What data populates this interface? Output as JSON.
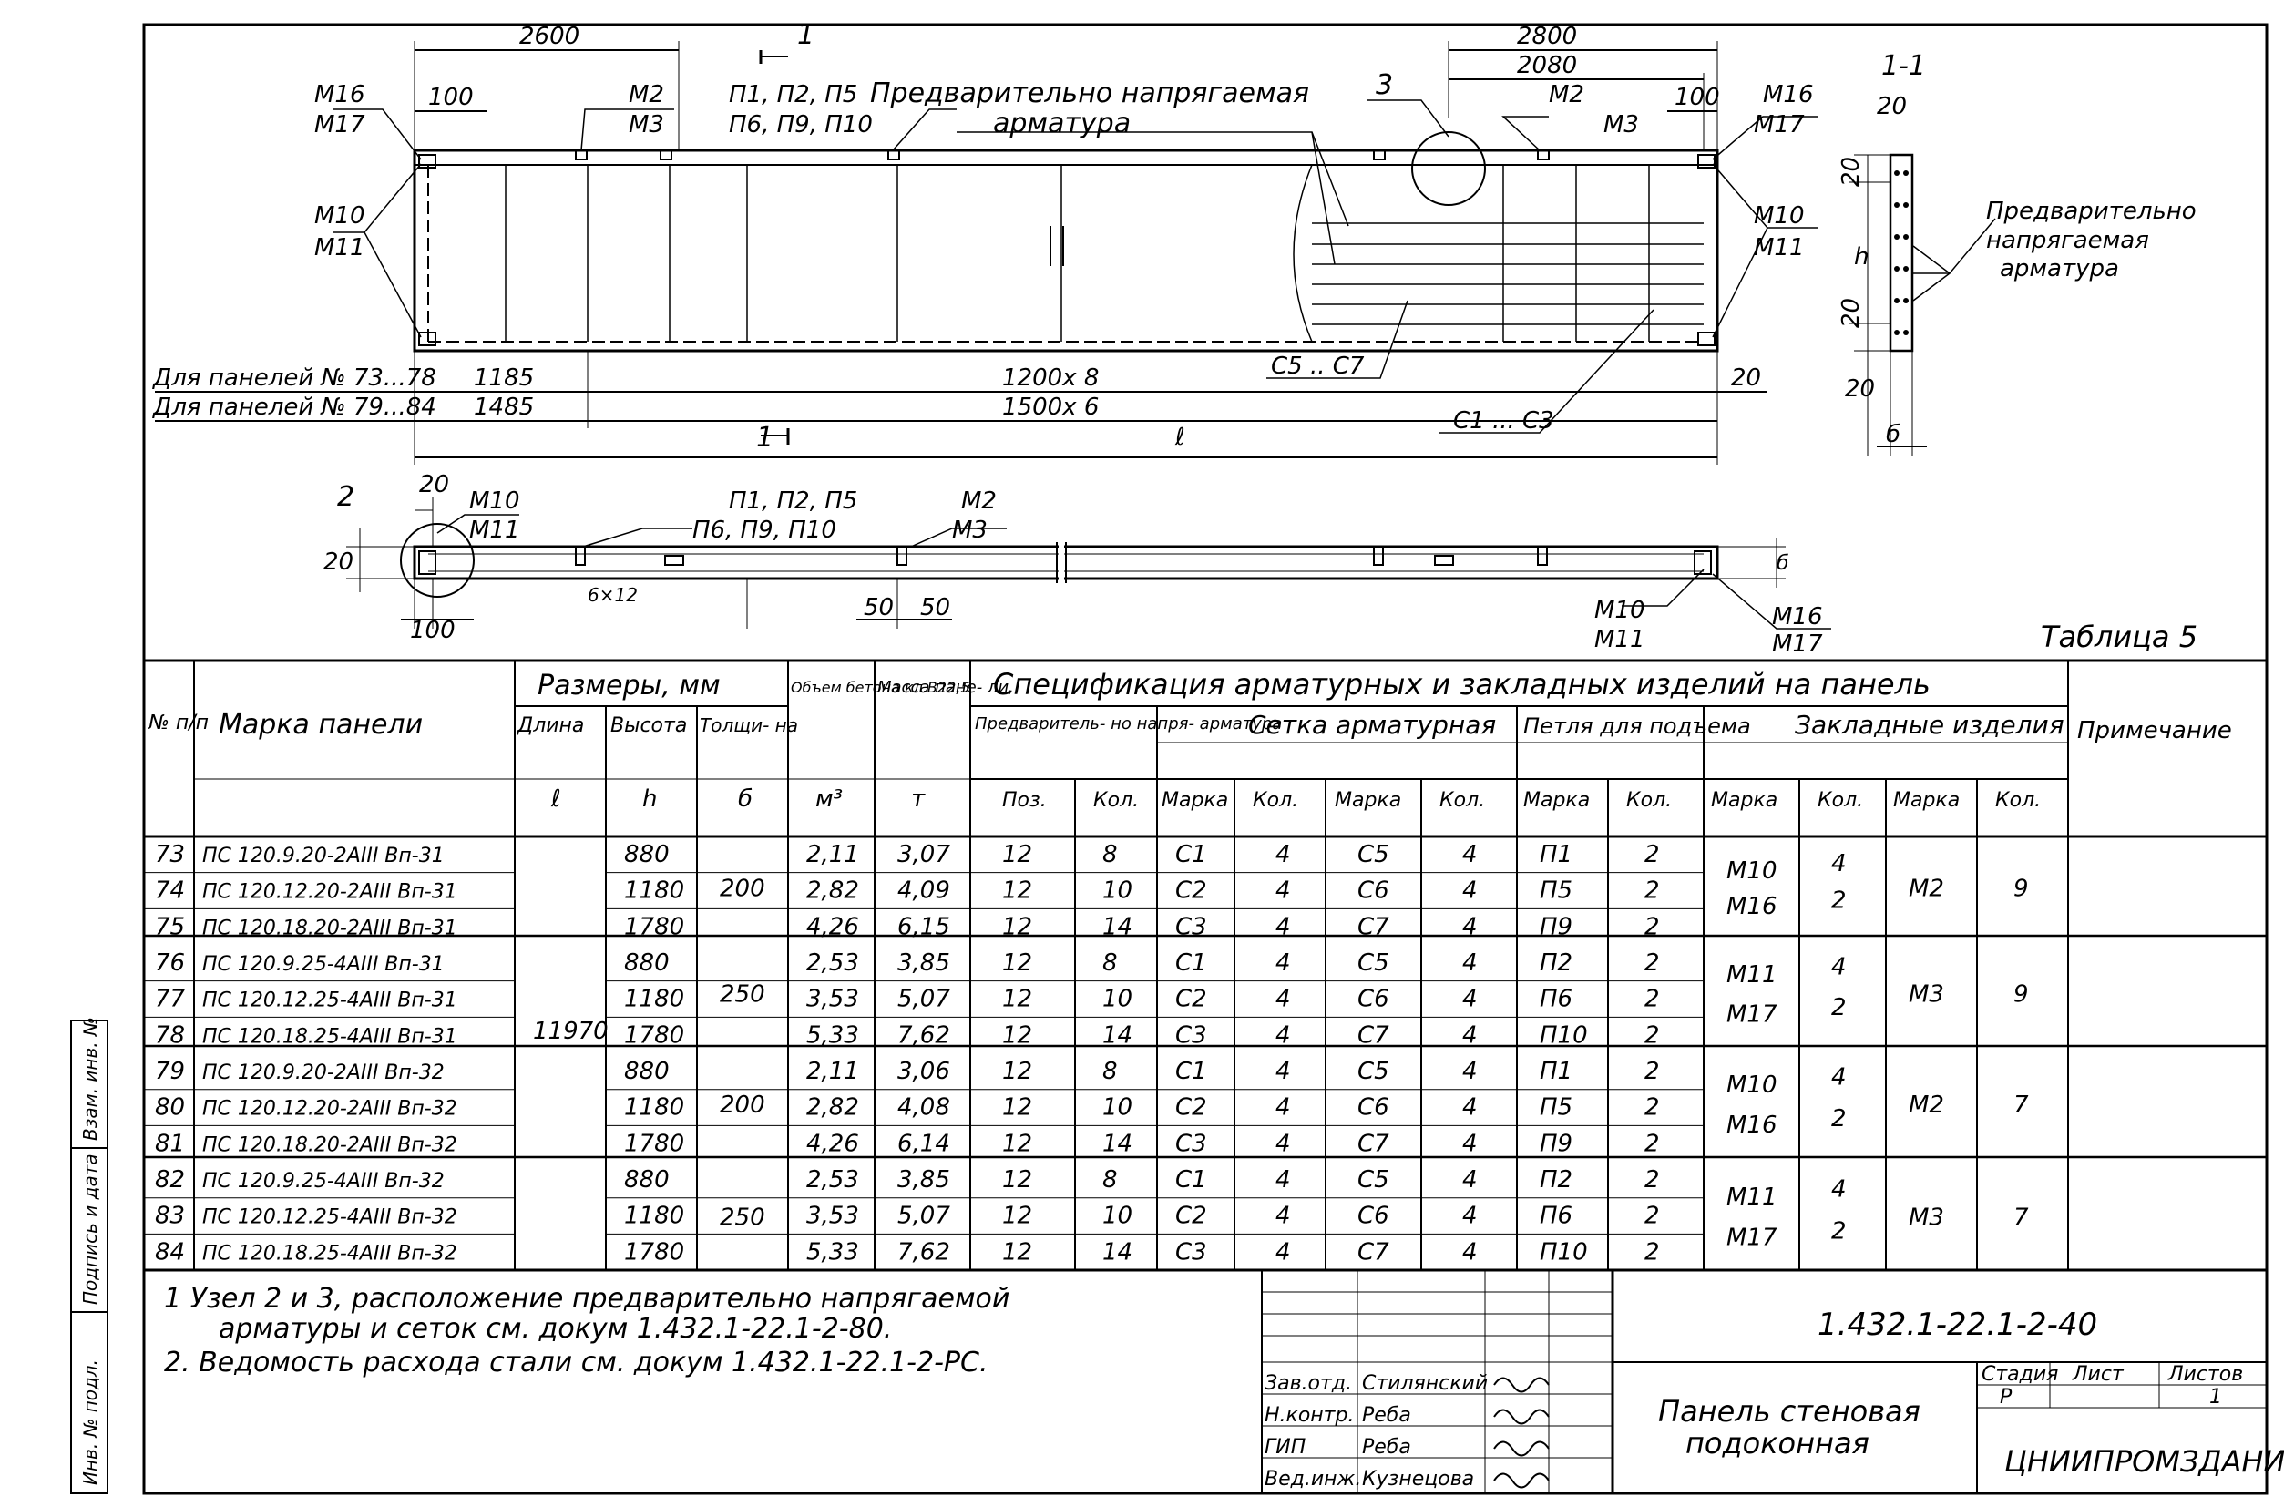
{
  "drawing": {
    "dims": {
      "d2600": "2600",
      "d2800": "2800",
      "d2080": "2080",
      "d100a": "100",
      "d100b": "100",
      "d20a": "20",
      "d20b": "20",
      "d20c": "20",
      "d20d": "20",
      "d20e": "20",
      "d20f": "20",
      "d1185": "1185",
      "d1485": "1485",
      "d1200x8": "1200х 8",
      "d1500x6": "1500х 6",
      "l": "ℓ",
      "h": "h",
      "b": "б",
      "d50a": "50",
      "d50b": "50",
      "d100c": "100",
      "d20g": "20",
      "d6x": "6×12"
    },
    "labels": {
      "m16a": "М16",
      "m17a": "М17",
      "m2a": "М2",
      "m3a": "М3",
      "m10a": "М10",
      "m11a": "М11",
      "p1a": "П1, П2, П5",
      "p6a": "П6, П9, П10",
      "prestress": "Предварительно напрягаемая",
      "armatura": "арматура",
      "m2b": "М2",
      "m3b": "М3",
      "m16b": "М16",
      "m17b": "М17",
      "m10b": "М10",
      "m11b": "М11",
      "c5c7": "С5 .. С7",
      "c1c3": "С1 ... С3",
      "for7378": "Для панелей № 73...78",
      "for7984": "Для панелей № 79...84",
      "mark1": "1",
      "mark3": "3",
      "sect11": "1-1",
      "sec_pre1": "Предварительно",
      "sec_pre2": "напрягаемая",
      "sec_pre3": "арматура",
      "node2": "2",
      "m10c": "М10",
      "m11c": "М11",
      "p1b": "П1, П2, П5",
      "p6b": "П6, П9, П10",
      "m2c": "М2",
      "m3c": "М3",
      "m10d": "М10",
      "m11d": "М11",
      "m16c": "М16",
      "m17c": "М17",
      "mark1b": "1"
    }
  },
  "table": {
    "caption": "Таблица 5",
    "h_no": "№ п/п",
    "h_mark": "Марка панели",
    "h_sizes": "Размеры, мм",
    "h_len": "Длина",
    "h_len_sym": "ℓ",
    "h_height": "Высота",
    "h_height_sym": "h",
    "h_thick": "Толщи- на",
    "h_thick_sym": "б",
    "h_vol": "Объем бетона кл.В22,5",
    "h_vol_unit": "м³",
    "h_mass": "Масса пане- ли,",
    "h_mass_unit": "т",
    "h_spec": "Спецификация арматурных и закладных изделий на панель",
    "h_pre": "Предваритель- но напря- арматура",
    "h_pos": "Поз.",
    "h_kol": "Кол.",
    "h_mesh": "Сетка арматурная",
    "h_marka": "Марка",
    "h_loop": "Петля для подъема",
    "h_embed": "Закладные изделия",
    "h_note": "Примечание",
    "length_all": "11970",
    "rows": [
      {
        "n": "73",
        "mark": "ПС 120.9.20-2АIII Вп-31",
        "h": "880",
        "vol": "2,11",
        "mass": "3,07",
        "pos": "12",
        "kol": "8",
        "m1": "С1",
        "k1": "4",
        "m2": "С5",
        "k2": "4",
        "lp": "П1",
        "lk": "2"
      },
      {
        "n": "74",
        "mark": "ПС 120.12.20-2АIII Вп-31",
        "h": "1180",
        "vol": "2,82",
        "mass": "4,09",
        "pos": "12",
        "kol": "10",
        "m1": "С2",
        "k1": "4",
        "m2": "С6",
        "k2": "4",
        "lp": "П5",
        "lk": "2"
      },
      {
        "n": "75",
        "mark": "ПС 120.18.20-2АIII Вп-31",
        "h": "1780",
        "vol": "4,26",
        "mass": "6,15",
        "pos": "12",
        "kol": "14",
        "m1": "С3",
        "k1": "4",
        "m2": "С7",
        "k2": "4",
        "lp": "П9",
        "lk": "2"
      },
      {
        "n": "76",
        "mark": "ПС 120.9.25-4АIII Вп-31",
        "h": "880",
        "vol": "2,53",
        "mass": "3,85",
        "pos": "12",
        "kol": "8",
        "m1": "С1",
        "k1": "4",
        "m2": "С5",
        "k2": "4",
        "lp": "П2",
        "lk": "2"
      },
      {
        "n": "77",
        "mark": "ПС 120.12.25-4АIII Вп-31",
        "h": "1180",
        "vol": "3,53",
        "mass": "5,07",
        "pos": "12",
        "kol": "10",
        "m1": "С2",
        "k1": "4",
        "m2": "С6",
        "k2": "4",
        "lp": "П6",
        "lk": "2"
      },
      {
        "n": "78",
        "mark": "ПС 120.18.25-4АIII Вп-31",
        "h": "1780",
        "vol": "5,33",
        "mass": "7,62",
        "pos": "12",
        "kol": "14",
        "m1": "С3",
        "k1": "4",
        "m2": "С7",
        "k2": "4",
        "lp": "П10",
        "lk": "2"
      },
      {
        "n": "79",
        "mark": "ПС 120.9.20-2АIII Вп-32",
        "h": "880",
        "vol": "2,11",
        "mass": "3,06",
        "pos": "12",
        "kol": "8",
        "m1": "С1",
        "k1": "4",
        "m2": "С5",
        "k2": "4",
        "lp": "П1",
        "lk": "2"
      },
      {
        "n": "80",
        "mark": "ПС 120.12.20-2АIII Вп-32",
        "h": "1180",
        "vol": "2,82",
        "mass": "4,08",
        "pos": "12",
        "kol": "10",
        "m1": "С2",
        "k1": "4",
        "m2": "С6",
        "k2": "4",
        "lp": "П5",
        "lk": "2"
      },
      {
        "n": "81",
        "mark": "ПС 120.18.20-2АIII Вп-32",
        "h": "1780",
        "vol": "4,26",
        "mass": "6,14",
        "pos": "12",
        "kol": "14",
        "m1": "С3",
        "k1": "4",
        "m2": "С7",
        "k2": "4",
        "lp": "П9",
        "lk": "2"
      },
      {
        "n": "82",
        "mark": "ПС 120.9.25-4АIII Вп-32",
        "h": "880",
        "vol": "2,53",
        "mass": "3,85",
        "pos": "12",
        "kol": "8",
        "m1": "С1",
        "k1": "4",
        "m2": "С5",
        "k2": "4",
        "lp": "П2",
        "lk": "2"
      },
      {
        "n": "83",
        "mark": "ПС 120.12.25-4АIII Вп-32",
        "h": "1180",
        "vol": "3,53",
        "mass": "5,07",
        "pos": "12",
        "kol": "10",
        "m1": "С2",
        "k1": "4",
        "m2": "С6",
        "k2": "4",
        "lp": "П6",
        "lk": "2"
      },
      {
        "n": "84",
        "mark": "ПС 120.18.25-4АIII Вп-32",
        "h": "1780",
        "vol": "5,33",
        "mass": "7,62",
        "pos": "12",
        "kol": "14",
        "m1": "С3",
        "k1": "4",
        "m2": "С7",
        "k2": "4",
        "lp": "П10",
        "lk": "2"
      }
    ],
    "thick_groups": [
      "200",
      "250",
      "200",
      "250"
    ],
    "embed_groups": [
      {
        "ma": "М10",
        "ka": "4",
        "mb": "М16",
        "kb": "2",
        "m": "М2",
        "k": "9"
      },
      {
        "ma": "М11",
        "ka": "4",
        "mb": "М17",
        "kb": "2",
        "m": "М3",
        "k": "9"
      },
      {
        "ma": "М10",
        "ka": "4",
        "mb": "М16",
        "kb": "2",
        "m": "М2",
        "k": "7"
      },
      {
        "ma": "М11",
        "ka": "4",
        "mb": "М17",
        "kb": "2",
        "m": "М3",
        "k": "7"
      }
    ]
  },
  "notes": {
    "n1a": "1   Узел 2 и 3, расположение предварительно напрягаемой",
    "n1b": "арматуры и сеток  см.  докум  1.432.1-22.1-2-80.",
    "n2": "2.  Ведомость  расхода  стали  см.  докум  1.432.1-22.1-2-РС."
  },
  "title_block": {
    "code": "1.432.1-22.1-2-40",
    "title1": "Панель стеновая",
    "title2": "подоконная",
    "stage_h": "Стадия",
    "sheet_h": "Лист",
    "sheets_h": "Листов",
    "stage": "Р",
    "sheets": "1",
    "org": "ЦНИИПРОМЗДАНИЙ",
    "roles": [
      "Зав.отд.",
      "Н.контр.",
      "ГИП",
      "Вед.инж."
    ],
    "names": [
      "Стилянский",
      "Реба",
      "Реба",
      "Кузнецова"
    ]
  },
  "side_stamp": {
    "a": "Инв. № подл.",
    "b": "Подпись и дата",
    "c": "Взам. инв. №"
  }
}
